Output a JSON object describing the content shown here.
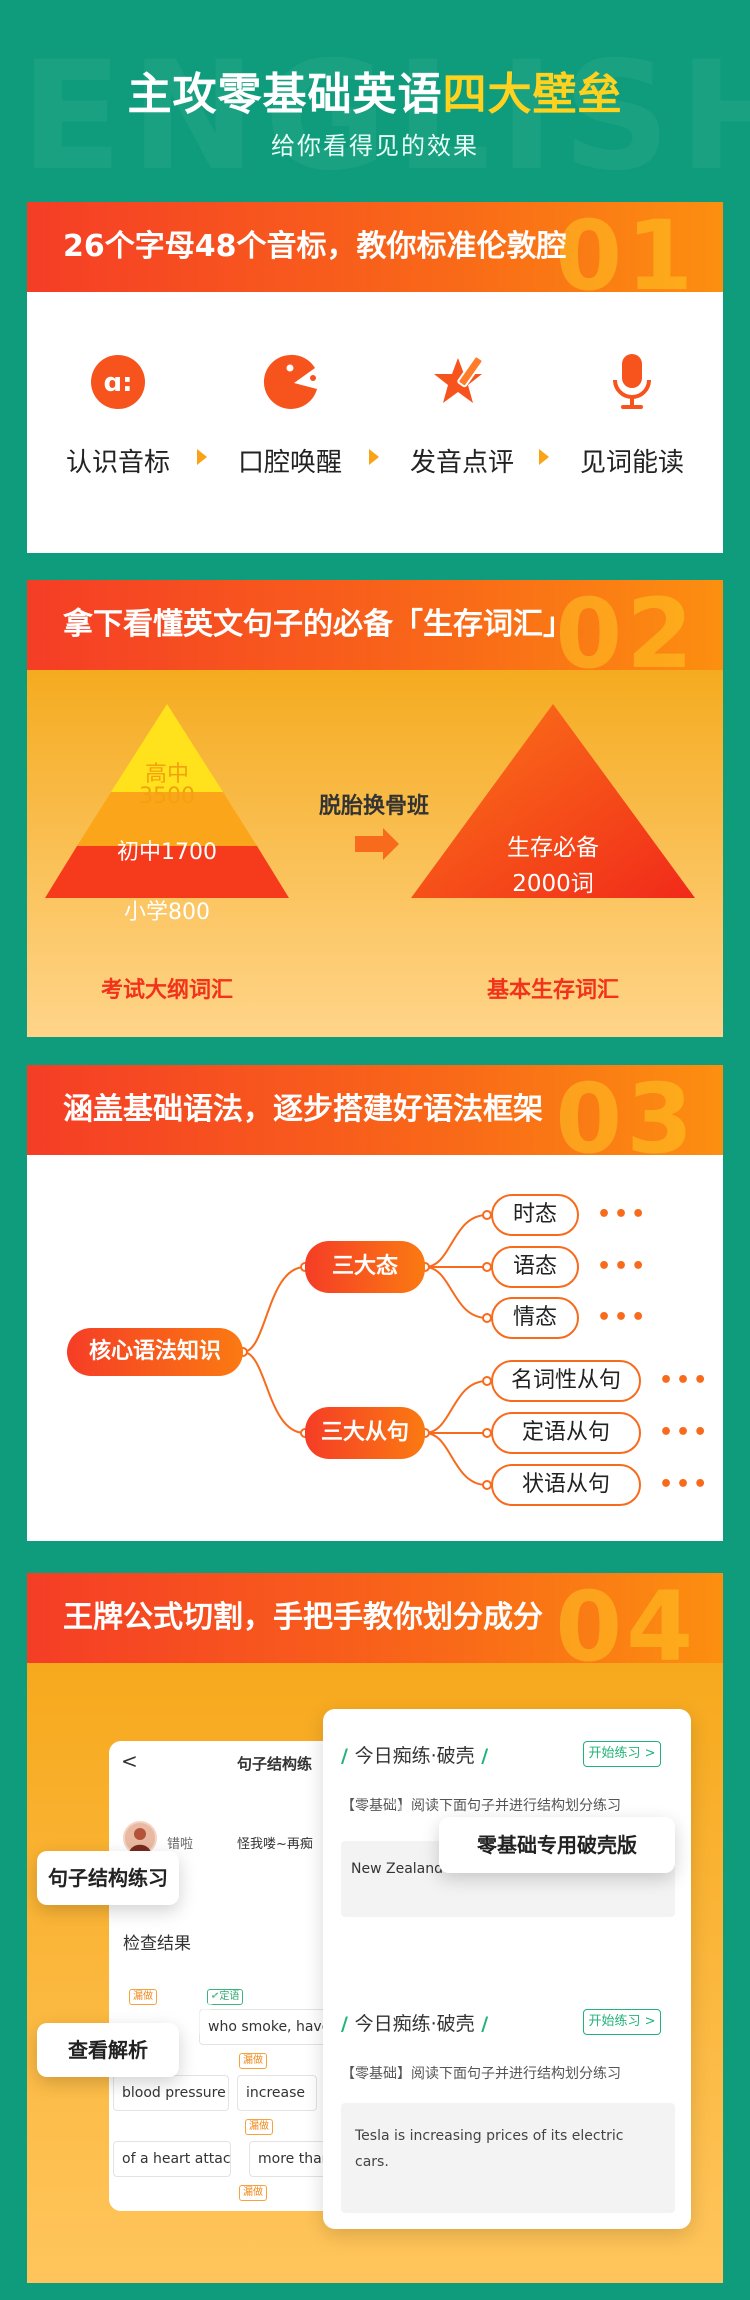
{
  "hero": {
    "bg_word": "ENGLISH",
    "title_main": "主攻零基础英语",
    "title_highlight": "四大壁垒",
    "subtitle": "给你看得见的效果"
  },
  "sections": [
    {
      "title": "26个字母48个音标，教你标准伦敦腔",
      "number": "01",
      "features": [
        {
          "label": "认识音标",
          "icon": "phonetic-icon"
        },
        {
          "label": "口腔唤醒",
          "icon": "mouth-icon"
        },
        {
          "label": "发音点评",
          "icon": "pencil-star-icon"
        },
        {
          "label": "见词能读",
          "icon": "microphone-icon"
        }
      ]
    },
    {
      "title": "拿下看懂英文句子的必备「生存词汇」",
      "number": "02",
      "pyramid_left": [
        "高中",
        "3500",
        "初中1700",
        "小学800"
      ],
      "transform_label": "脱胎换骨班",
      "pyramid_right": [
        "生存必备",
        "2000词"
      ],
      "caption_left": "考试大纲词汇",
      "caption_right": "基本生存词汇"
    },
    {
      "title": "涵盖基础语法，逐步搭建好语法框架",
      "number": "03",
      "root": "核心语法知识",
      "branch_a": "三大态",
      "branch_a_items": [
        "时态",
        "语态",
        "情态"
      ],
      "branch_b": "三大从句",
      "branch_b_items": [
        "名词性从句",
        "定语从句",
        "状语从句"
      ],
      "more": "•••"
    },
    {
      "title": "王牌公式切割，手把手教你划分成分",
      "number": "04"
    }
  ],
  "phone": {
    "back": "<",
    "header": "句子结构练",
    "user_text": "错啦",
    "user_msg": "怪我喽~再痴",
    "check_title": "检查结果",
    "tag_label_a": "漏做",
    "tag_label_b": "✔定语",
    "words": [
      "who smoke, have",
      "blood pressure",
      "increase",
      "of a heart attack",
      "more than"
    ],
    "word_tags": [
      "漏做",
      "漏做",
      "漏做"
    ]
  },
  "right_panel": {
    "heading": "今日痴练·破壳",
    "start_btn": "开始练习 >",
    "desc": "【零基础】阅读下面句子并进行结构划分练习",
    "sentence_a": "New Zealand",
    "heading2": "今日痴练·破壳",
    "start_btn2": "开始练习 >",
    "desc2": "【零基础】阅读下面句子并进行结构划分练习",
    "sentence_b": "Tesla is increasing prices of its electric cars."
  },
  "bubbles": {
    "structure": "句子结构练习",
    "analysis": "查看解析",
    "zero_base": "零基础专用破壳版"
  },
  "colors": {
    "bg": "#0e9c7c",
    "accent_red": "#f53d26",
    "accent_orange": "#fb7a12",
    "accent_yellow": "#ffd21f",
    "green": "#22b37a"
  }
}
